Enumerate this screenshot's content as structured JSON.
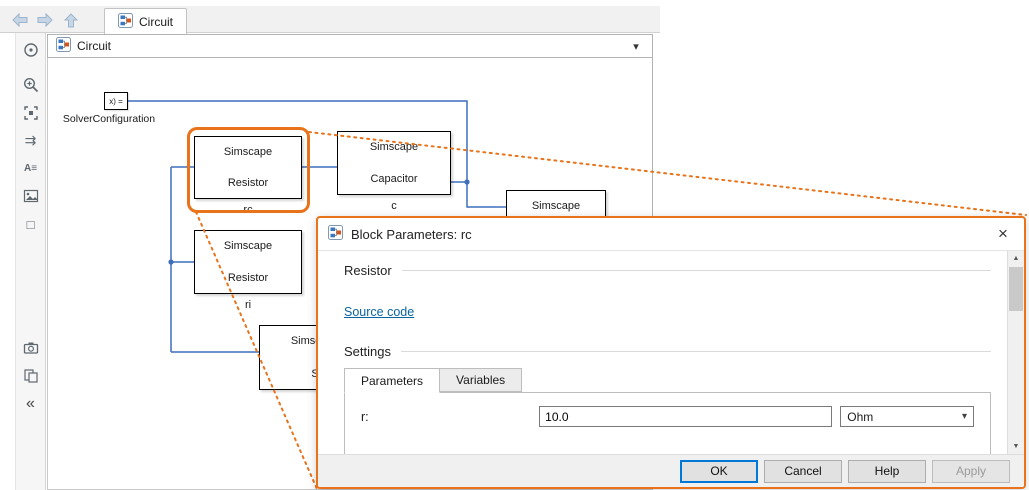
{
  "topbar": {
    "tab": "Circuit"
  },
  "breadcrumb": {
    "label": "Circuit"
  },
  "canvas": {
    "solver": {
      "text": "x) =",
      "label": "SolverConfiguration"
    },
    "blocks": [
      {
        "line1": "Simscape",
        "line2": "Resistor",
        "label": "rc"
      },
      {
        "line1": "Simscape",
        "line2": "Capacitor",
        "label": "c"
      },
      {
        "line1": "Simscape",
        "line2": "",
        "label": ""
      },
      {
        "line1": "Simscape",
        "line2": "Resistor",
        "label": "ri"
      },
      {
        "line1": "Simscape",
        "line2": "S",
        "label": ""
      }
    ]
  },
  "dialog": {
    "title": "Block Parameters: rc",
    "heading": "Resistor",
    "source_link": "Source code",
    "settings_heading": "Settings",
    "tabs": [
      {
        "label": "Parameters"
      },
      {
        "label": "Variables"
      }
    ],
    "param": {
      "label": "r:",
      "value": "10.0",
      "unit": "Ohm"
    },
    "buttons": {
      "ok": "OK",
      "cancel": "Cancel",
      "help": "Help",
      "apply": "Apply"
    }
  },
  "glyphs": {
    "caret_down": "▾",
    "close": "×",
    "scroll_up": "▲",
    "scroll_down": "▼",
    "route": "⇉",
    "annotation": "A≡",
    "area": "□",
    "collapse": "«"
  },
  "colors": {
    "accent_orange": "#e8731a",
    "wire_blue": "#3e6fbd",
    "link_blue": "#0b64a0",
    "focus_blue": "#0078d7"
  }
}
